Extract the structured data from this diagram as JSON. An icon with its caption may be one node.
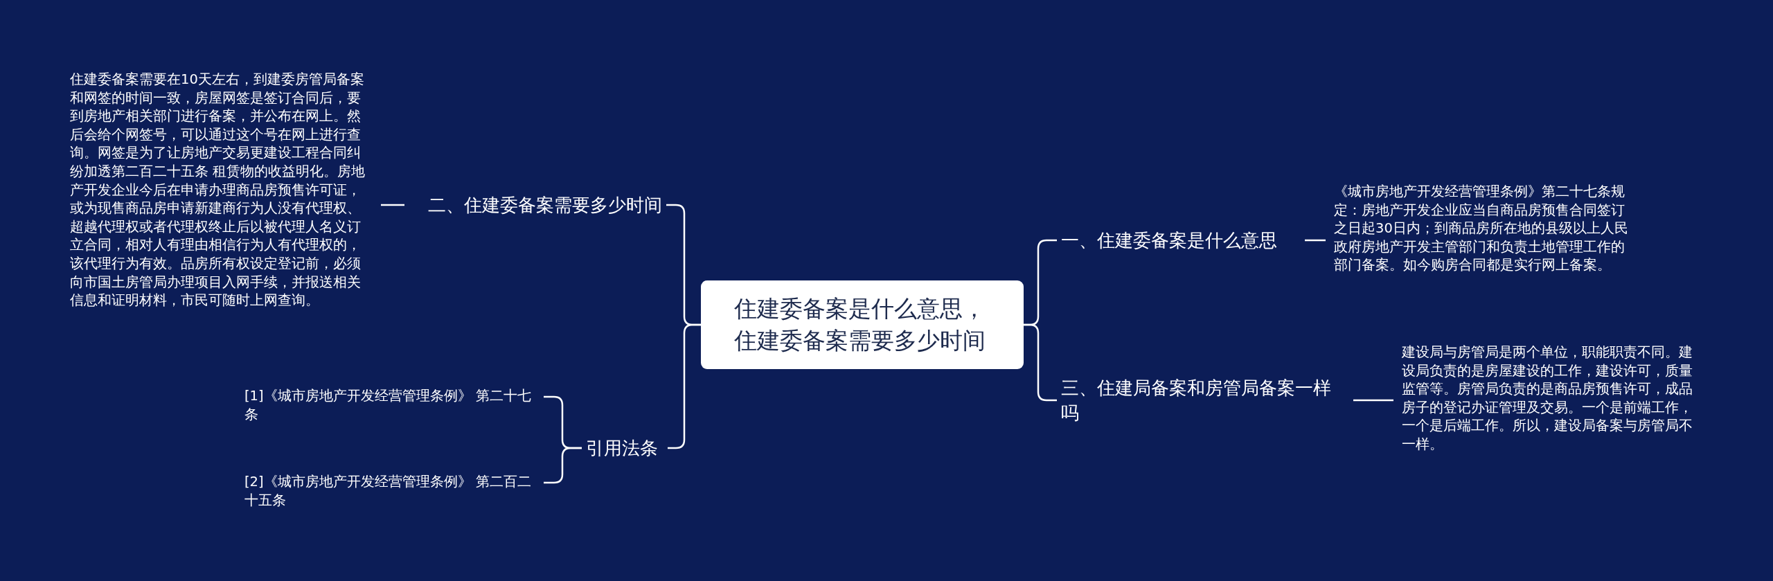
{
  "diagram": {
    "nodes": [
      {
        "text": [
          "住建委备案是什么意思，住建委备案需要多少时间"
        ]
      },
      {
        "text": [
          "二、住建委备案需要多少时间"
        ]
      },
      {
        "text": [
          "住建委备案需要在10天左右，到建委房管局备案和网签的时间一致，房屋网签是签订合同后，要到房地产相关部门进行备案，并公布在网上。然后会给个网签号，可以通过这个号在网上进行查询。网签是为了让房地产交易更建设工程合同纠纷加透第二百二十五条 租赁物的收益明化。房地产开发企业今后在申请办理商品房预售许可证，或为现售商品房申请新建商行为人没有代理权、超越代理权或者代理权终止后以被代理人名义订立合同，相对人有理由相信行为人有代理权的，该代理行为有效。品房所有权设定登记前，必须向市国土房管局办理项目入网手续，并报送相关信息和证明材料，市民可随时上网查询。"
        ]
      },
      {
        "text": [
          "引用法条"
        ]
      },
      {
        "text": [
          "[1]《城市房地产开发经营管理条例》 第二十七条"
        ]
      },
      {
        "text": [
          "[2]《城市房地产开发经营管理条例》 第二百二十五条"
        ]
      },
      {
        "text": [
          "一、住建委备案是什么意思"
        ]
      },
      {
        "text": [
          "《城市房地产开发经营管理条例》第二十七条规定：房地产开发企业应当自商品房预售合同签订之日起30日内；到商品房所在地的县级以上人民政府房地产开发主管部门和负责土地管理工作的部门备案。如今购房合同都是实行网上备案。"
        ]
      },
      {
        "text": [
          "三、住建局备案和房管局备案一样吗"
        ]
      },
      {
        "text": [
          "建设局与房管局是两个单位，职能职责不同。建设局负责的是房屋建设的工作，建设许可，质量监管等。房管局负责的是商品房预售许可，成品房子的登记办证管理及交易。一个是前端工作，一个是后端工作。所以，建设局备案与房管局不一样。"
        ]
      }
    ],
    "edges": [
      {
        "from": 0,
        "to": 1,
        "arrow": "none"
      },
      {
        "from": 1,
        "to": 2,
        "arrow": "none"
      },
      {
        "from": 0,
        "to": 3,
        "arrow": "none"
      },
      {
        "from": 3,
        "to": 4,
        "arrow": "none"
      },
      {
        "from": 3,
        "to": 5,
        "arrow": "none"
      },
      {
        "from": 0,
        "to": 6,
        "arrow": "none"
      },
      {
        "from": 6,
        "to": 7,
        "arrow": "none"
      },
      {
        "from": 0,
        "to": 8,
        "arrow": "none"
      },
      {
        "from": 8,
        "to": 9,
        "arrow": "none"
      }
    ]
  }
}
